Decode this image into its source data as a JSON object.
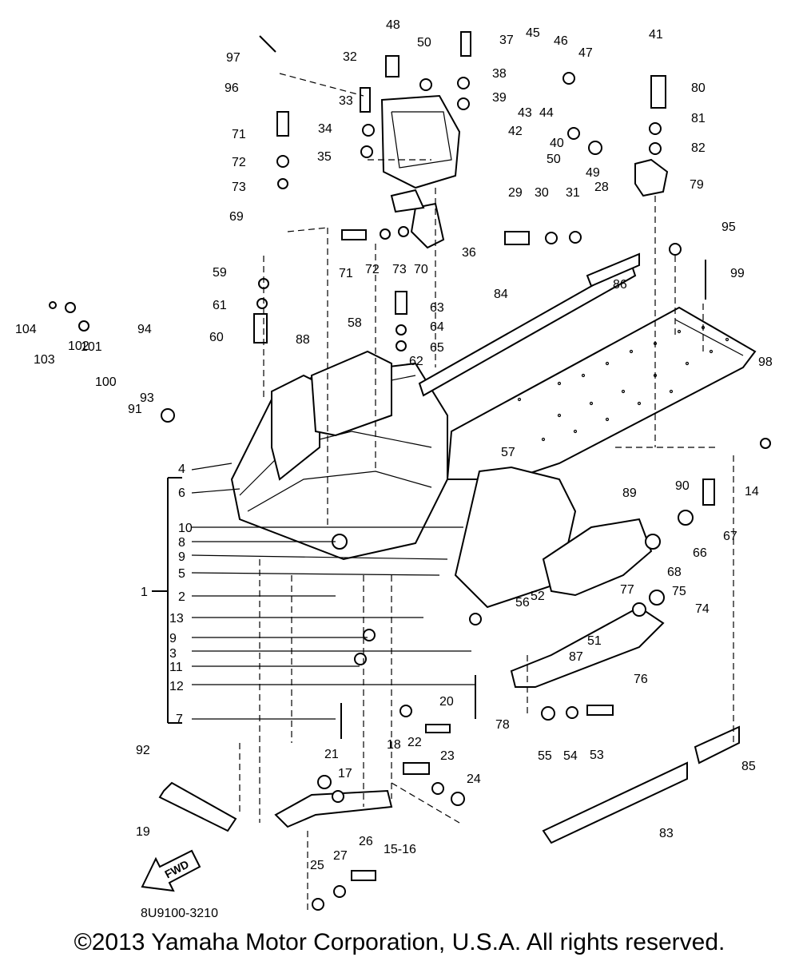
{
  "part_labels": [
    "48",
    "50",
    "37",
    "45",
    "46",
    "47",
    "41",
    "97",
    "32",
    "96",
    "33",
    "38",
    "39",
    "43",
    "44",
    "80",
    "71",
    "34",
    "42",
    "81",
    "35",
    "40",
    "50",
    "49",
    "82",
    "72",
    "73",
    "29",
    "30",
    "31",
    "28",
    "79",
    "69",
    "36",
    "95",
    "71",
    "72",
    "73",
    "70",
    "86",
    "99",
    "59",
    "61",
    "63",
    "84",
    "104",
    "60",
    "64",
    "103",
    "102",
    "65",
    "101",
    "88",
    "58",
    "100",
    "94",
    "62",
    "98",
    "93",
    "91",
    "4",
    "57",
    "6",
    "90",
    "14",
    "10",
    "89",
    "67",
    "8",
    "66",
    "9",
    "5",
    "68",
    "1",
    "2",
    "56",
    "52",
    "77",
    "75",
    "74",
    "13",
    "9",
    "3",
    "51",
    "11",
    "87",
    "76",
    "12",
    "78",
    "20",
    "7",
    "18",
    "55",
    "54",
    "53",
    "92",
    "21",
    "22",
    "23",
    "24",
    "17",
    "85",
    "19",
    "15-16",
    "83",
    "26",
    "27",
    "25"
  ],
  "diagram_code": "8U9100-3210",
  "fwd_label": "FWD",
  "copyright": "©2013 Yamaha Motor Corporation, U.S.A. All rights reserved."
}
